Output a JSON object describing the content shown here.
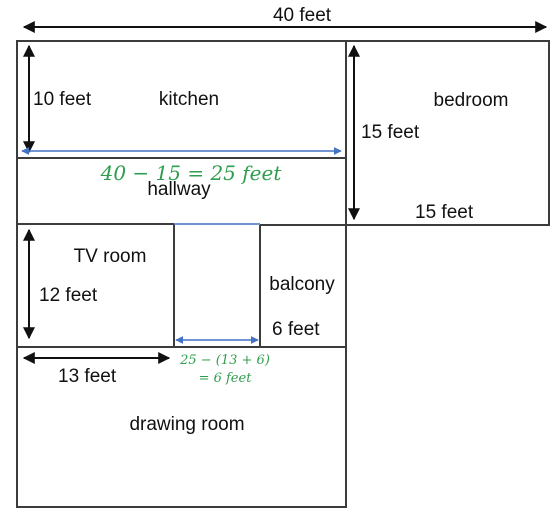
{
  "dimensions": {
    "overall_width": "40 feet",
    "kitchen_height": "10 feet",
    "bedroom_height": "15 feet",
    "bedroom_width": "15 feet",
    "tv_room_height": "12 feet",
    "tv_room_width": "13 feet",
    "balcony_width": "6 feet"
  },
  "rooms": {
    "kitchen": "kitchen",
    "bedroom": "bedroom",
    "hallway": "hallway",
    "tv_room": "TV room",
    "balcony": "balcony",
    "drawing_room": "drawing room"
  },
  "annotations": {
    "hallway_calc": "40 − 15 = 25 feet",
    "gap_calc_line1": "25 − (13 + 6)",
    "gap_calc_line2": "= 6 feet"
  },
  "colors": {
    "annotation_arrow": "#4472c4",
    "annotation_text": "#2e9e4e",
    "walls": "#3c3c3c",
    "dimension_arrows": "#111111"
  }
}
